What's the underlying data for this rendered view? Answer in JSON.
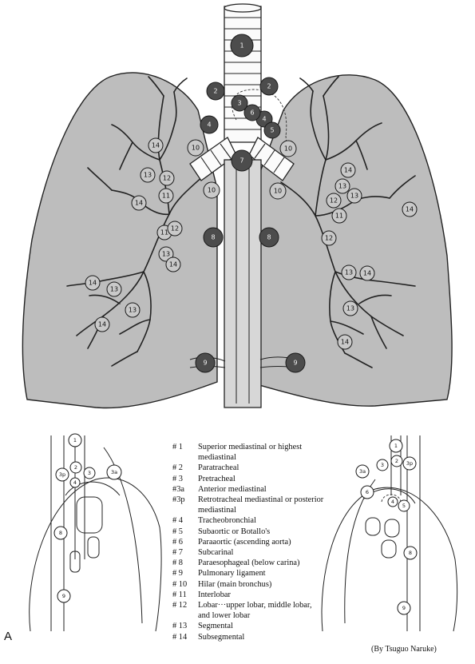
{
  "panel_letter": "A",
  "credit": "(By Tsuguo Naruke)",
  "legend": [
    {
      "code": "# 1",
      "desc": "Superior mediastinal or highest mediastinal"
    },
    {
      "code": "# 2",
      "desc": "Paratracheal"
    },
    {
      "code": "# 3",
      "desc": "Pretracheal"
    },
    {
      "code": "#3a",
      "desc": "Anterior mediastinal"
    },
    {
      "code": "#3p",
      "desc": "Retrotracheal mediastinal or posterior mediastinal"
    },
    {
      "code": "# 4",
      "desc": "Tracheobronchial"
    },
    {
      "code": "# 5",
      "desc": "Subaortic or Botallo's"
    },
    {
      "code": "# 6",
      "desc": "Paraaortic (ascending aorta)"
    },
    {
      "code": "# 7",
      "desc": "Subcarinal"
    },
    {
      "code": "# 8",
      "desc": "Paraesophageal (below carina)"
    },
    {
      "code": "# 9",
      "desc": "Pulmonary ligament"
    },
    {
      "code": "# 10",
      "desc": "Hilar (main bronchus)"
    },
    {
      "code": "# 11",
      "desc": "Interlobar"
    },
    {
      "code": "# 12",
      "desc": "Lobar···upper lobar, middle lobar, and lower lobar"
    },
    {
      "code": "# 13",
      "desc": "Segmental"
    },
    {
      "code": "# 14",
      "desc": "Subsegmental"
    }
  ],
  "main_view": {
    "mediastinal_nodes": [
      {
        "label": "1",
        "tone": "dark"
      },
      {
        "label": "2",
        "tone": "dark"
      },
      {
        "label": "2",
        "tone": "dark"
      },
      {
        "label": "3",
        "tone": "dark"
      },
      {
        "label": "4",
        "tone": "dark"
      },
      {
        "label": "4",
        "tone": "dark"
      },
      {
        "label": "5",
        "tone": "dark"
      },
      {
        "label": "6",
        "tone": "dark"
      },
      {
        "label": "7",
        "tone": "dark"
      },
      {
        "label": "8",
        "tone": "dark"
      },
      {
        "label": "8",
        "tone": "dark"
      },
      {
        "label": "9",
        "tone": "dark"
      },
      {
        "label": "9",
        "tone": "dark"
      }
    ],
    "pulmonary_nodes": [
      "10",
      "10",
      "10",
      "10",
      "14",
      "13",
      "12",
      "11",
      "14",
      "11",
      "12",
      "13",
      "14",
      "14",
      "13",
      "13",
      "14",
      "14",
      "13",
      "13",
      "12",
      "11",
      "14",
      "12",
      "13",
      "14",
      "13",
      "14"
    ]
  },
  "lateral_left_nodes": [
    "1",
    "2",
    "3",
    "3p",
    "4",
    "3a",
    "8",
    "9"
  ],
  "lateral_right_nodes": [
    "1",
    "2",
    "3",
    "3p",
    "3a",
    "6",
    "4",
    "5",
    "8",
    "9"
  ]
}
